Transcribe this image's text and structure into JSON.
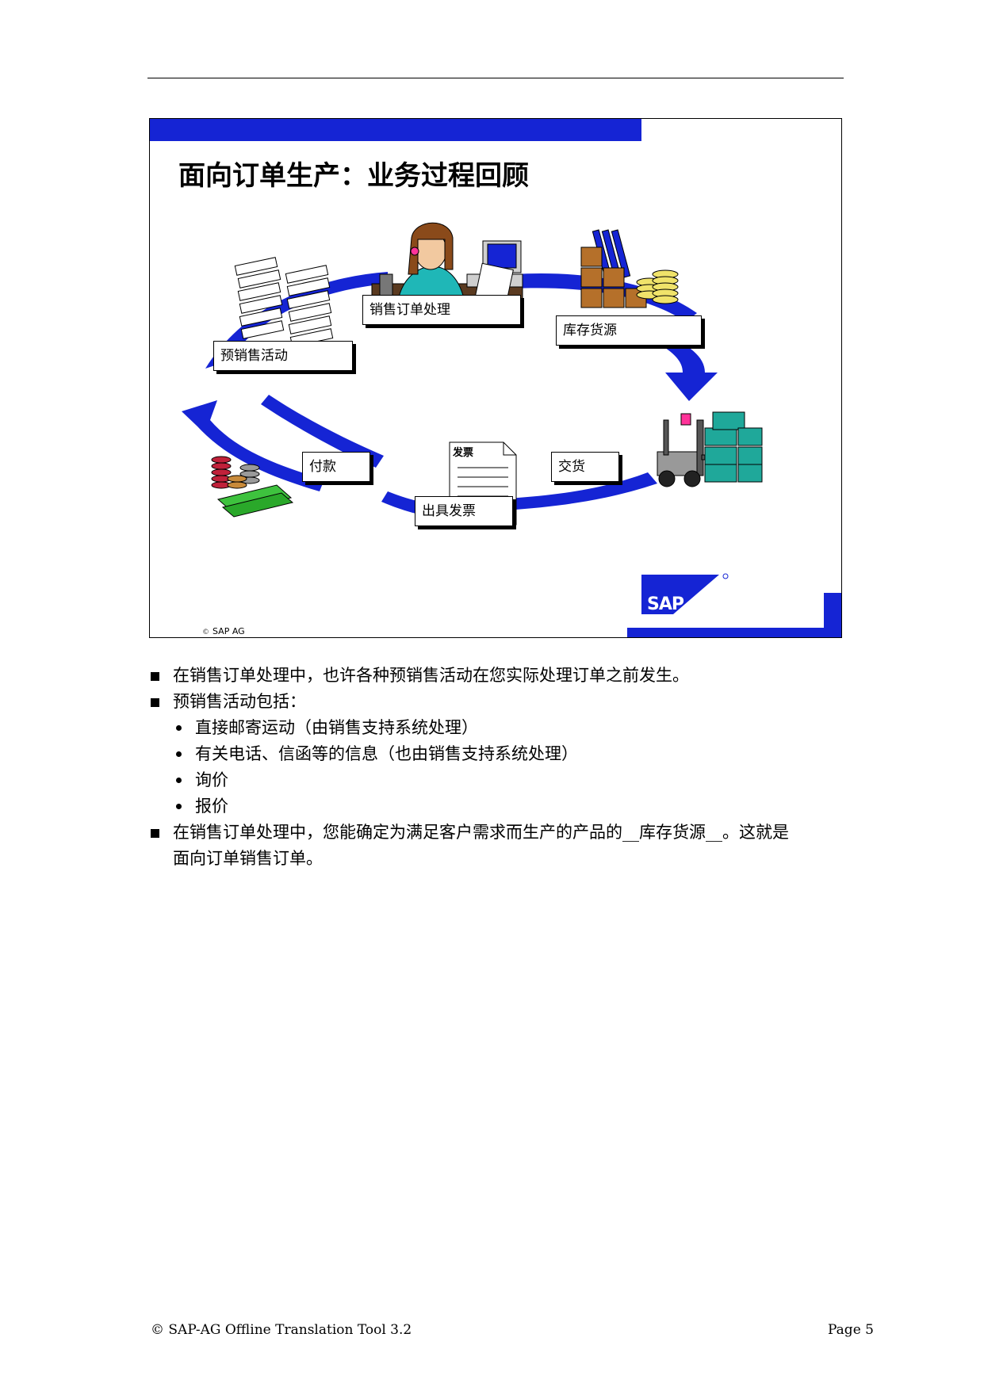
{
  "slide": {
    "title": "面向订单生产：业务过程回顾",
    "steps": {
      "sales_order": "销售订单处理",
      "stock": "库存货源",
      "presales": "预销售活动",
      "payment": "付款",
      "invoice": "出具发票",
      "delivery": "交货"
    },
    "invoice_caption": "发票",
    "logo_text": "SAP",
    "copyright": "SAP AG",
    "colors": {
      "brand": "#1524d4",
      "arrow": "#1524d4"
    }
  },
  "notes": {
    "item1": "在销售订单处理中，也许各种预销售活动在您实际处理订单之前发生。",
    "item2": "预销售活动包括：",
    "sub1": "直接邮寄运动（由销售支持系统处理）",
    "sub2": "有关电话、信函等的信息（也由销售支持系统处理）",
    "sub3": "询价",
    "sub4": "报价",
    "item3_pre": "在销售订单处理中，您能确定为满足客户需求而生产的产品的",
    "item3_blank_lead": "__",
    "item3_fill": "库存货源",
    "item3_blank_trail": "__",
    "item3_post": "。这就是",
    "item3_line2": "面向订单销售订单。"
  },
  "footer": {
    "left": "© SAP-AG Offline Translation Tool 3.2",
    "right": "Page 5"
  }
}
